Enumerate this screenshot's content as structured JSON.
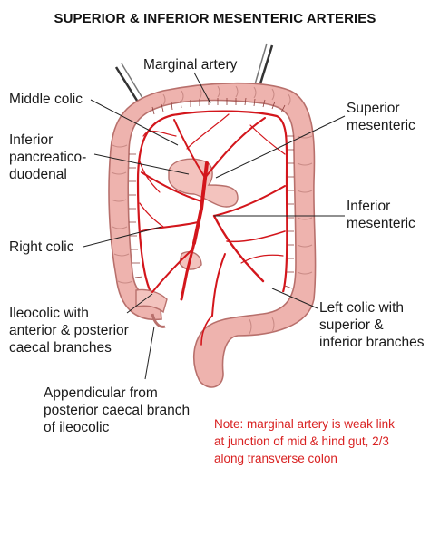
{
  "title": "SUPERIOR & INFERIOR MESENTERIC ARTERIES",
  "labels": {
    "marginal_artery": "Marginal artery",
    "middle_colic": "Middle colic",
    "inferior_pd": [
      "Inferior",
      "pancreatico-",
      "duodenal"
    ],
    "superior_mesenteric": [
      "Superior",
      "mesenteric"
    ],
    "inferior_mesenteric": [
      "Inferior",
      "mesenteric"
    ],
    "right_colic": "Right colic",
    "ileocolic": [
      "Ileocolic with",
      "anterior & posterior",
      "caecal branches"
    ],
    "left_colic": [
      "Left colic with",
      "superior &",
      "inferior branches"
    ],
    "appendicular": [
      "Appendicular from",
      "posterior caecal branch",
      "of ileocolic"
    ]
  },
  "note": [
    "Note: marginal artery is weak link",
    "at junction of mid & hind gut, 2/3",
    "along transverse colon"
  ],
  "colors": {
    "colon": "#eeb3ae",
    "colon_edge": "#b8706c",
    "artery": "#d3161c",
    "note": "#d92222"
  }
}
